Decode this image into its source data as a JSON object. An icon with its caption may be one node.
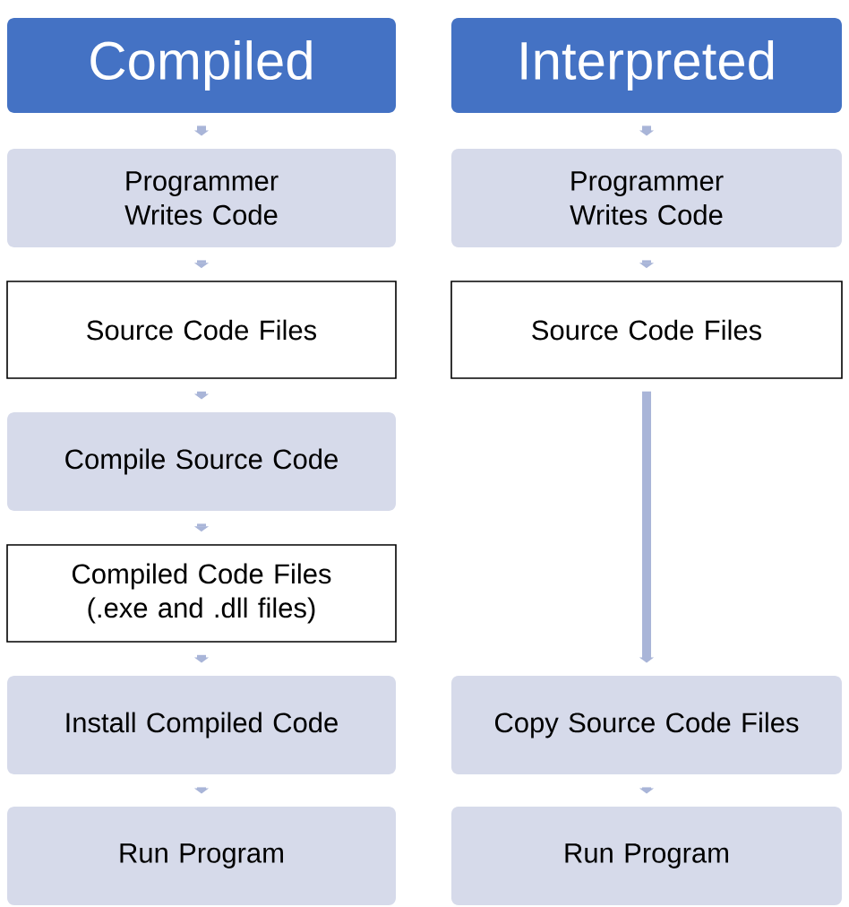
{
  "diagram": {
    "nodes": [
      {
        "text": [
          "Compiled"
        ]
      },
      {
        "text": [
          "Interpreted"
        ]
      },
      {
        "text": [
          "Programmer Writes Code"
        ]
      },
      {
        "text": [
          "Programmer Writes Code"
        ]
      },
      {
        "text": [
          "Source Code Files"
        ]
      },
      {
        "text": [
          "Source Code Files"
        ]
      },
      {
        "text": [
          "Compile Source Code"
        ]
      },
      {
        "text": [
          "Compiled Code Files (.exe and .dll files)"
        ]
      },
      {
        "text": [
          "Install Compiled Code"
        ]
      },
      {
        "text": [
          "Copy Source Code Files"
        ]
      },
      {
        "text": [
          "Run Program"
        ]
      },
      {
        "text": [
          "Run Program"
        ]
      }
    ],
    "edges": [
      {
        "from": 0,
        "to": 2,
        "arrow": "to"
      },
      {
        "from": 2,
        "to": 4,
        "arrow": "to"
      },
      {
        "from": 4,
        "to": 6,
        "arrow": "to"
      },
      {
        "from": 6,
        "to": 7,
        "arrow": "to"
      },
      {
        "from": 7,
        "to": 8,
        "arrow": "to"
      },
      {
        "from": 8,
        "to": 10,
        "arrow": "to"
      },
      {
        "from": 1,
        "to": 3,
        "arrow": "to"
      },
      {
        "from": 3,
        "to": 5,
        "arrow": "to"
      },
      {
        "from": 5,
        "to": 9,
        "arrow": "to"
      },
      {
        "from": 9,
        "to": 11,
        "arrow": "to"
      }
    ]
  }
}
